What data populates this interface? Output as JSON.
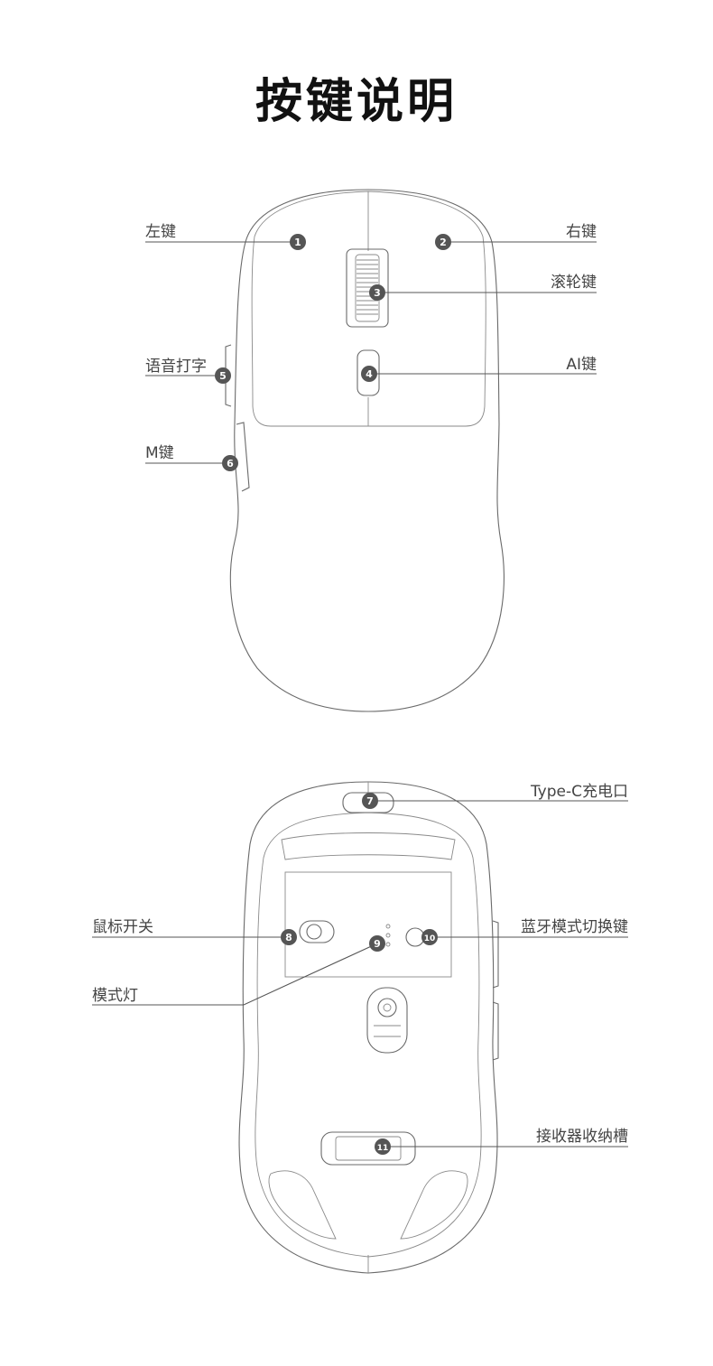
{
  "title": "按键说明",
  "callouts": [
    {
      "num": "1",
      "label": "左键"
    },
    {
      "num": "2",
      "label": "右键"
    },
    {
      "num": "3",
      "label": "滚轮键"
    },
    {
      "num": "4",
      "label": "AI键"
    },
    {
      "num": "5",
      "label": "语音打字"
    },
    {
      "num": "6",
      "label": "M键"
    },
    {
      "num": "7",
      "label": "Type-C充电口"
    },
    {
      "num": "8",
      "label": "鼠标开关"
    },
    {
      "num": "9",
      "label": "模式灯"
    },
    {
      "num": "10",
      "label": "蓝牙模式切换键"
    },
    {
      "num": "11",
      "label": "接收器收纳槽"
    }
  ],
  "colors": {
    "title": "#111111",
    "label": "#444444",
    "badge": "#555555",
    "outline": "#6a6a6a"
  }
}
